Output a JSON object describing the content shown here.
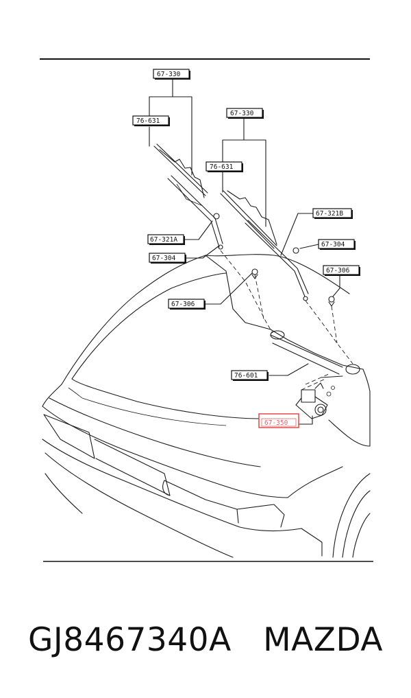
{
  "labels": {
    "l1": "67-330",
    "l2": "76-631",
    "l3": "67-330",
    "l4": "76-631",
    "l5": "67-321B",
    "l6": "67-321A",
    "l7": "67-304",
    "l8": "67-304",
    "l9": "67-306",
    "l10": "67-306",
    "l11": "76-601",
    "l12": "67-350"
  },
  "caption": {
    "part_number": "GJ8467340A",
    "brand": "MAZDA"
  },
  "colors": {
    "highlight": "#e23b3b",
    "line": "#1a1a1a"
  }
}
